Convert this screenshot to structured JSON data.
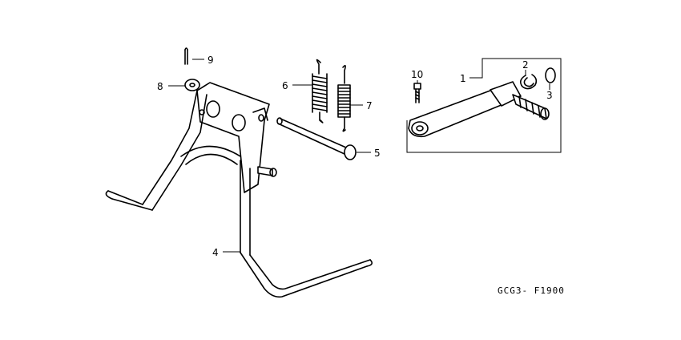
{
  "diagram": {
    "code": "GCG3- F1900",
    "callouts": [
      "1",
      "2",
      "3",
      "4",
      "5",
      "6",
      "7",
      "8",
      "9",
      "10"
    ]
  }
}
